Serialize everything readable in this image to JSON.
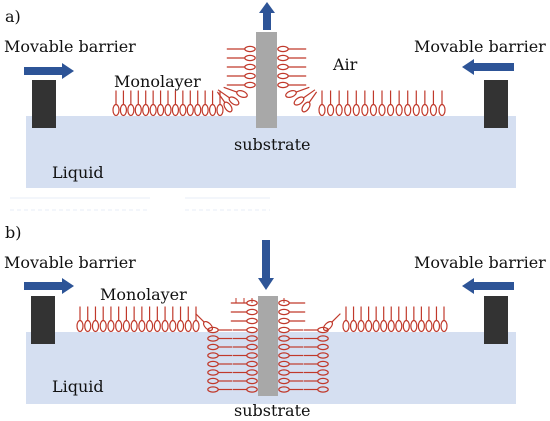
{
  "panels": [
    {
      "id": "a",
      "label": "a)",
      "barrier_left_label": "Movable barrier",
      "barrier_right_label": "Movable barrier",
      "monolayer_label": "Monolayer",
      "air_label": "Air",
      "substrate_label": "substrate",
      "liquid_label": "Liquid",
      "substrate_motion": "up"
    },
    {
      "id": "b",
      "label": "b)",
      "barrier_left_label": "Movable barrier",
      "barrier_right_label": "Movable barrier",
      "monolayer_label": "Monolayer",
      "substrate_label": "substrate",
      "liquid_label": "Liquid",
      "substrate_motion": "down"
    }
  ],
  "colors": {
    "liquid": "#d5dff1",
    "barrier": "#333333",
    "substrate": "#a8a8a8",
    "arrow": "#2d5497",
    "molecule": "#c0392b"
  }
}
